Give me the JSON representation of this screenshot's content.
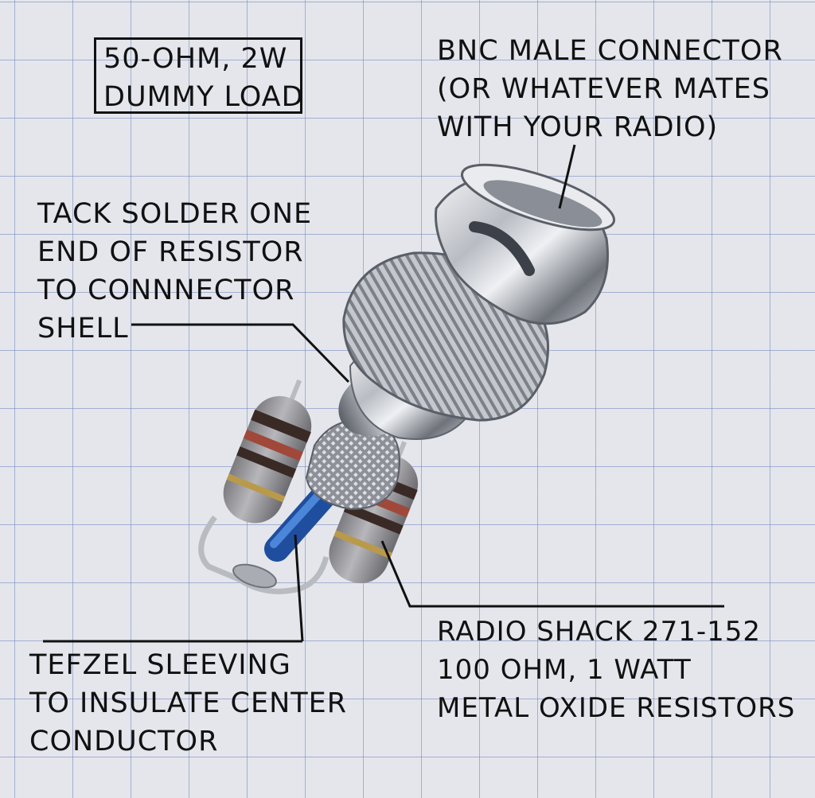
{
  "title_box": {
    "line1": "50-OHM, 2W",
    "line2": "DUMMY LOAD"
  },
  "connector_label": {
    "line1": "BNC MALE CONNECTOR",
    "line2": "(OR WHATEVER MATES",
    "line3": "WITH YOUR RADIO)"
  },
  "solder_label": {
    "line1": "TACK SOLDER ONE",
    "line2": "END OF RESISTOR",
    "line3": "TO CONNNECTOR",
    "line4": "SHELL"
  },
  "sleeving_label": {
    "line1": "TEFZEL SLEEVING",
    "line2": "TO INSULATE CENTER",
    "line3": "CONDUCTOR"
  },
  "resistor_label": {
    "line1": "RADIO SHACK 271-152",
    "line2": "100 OHM, 1 WATT",
    "line3": "METAL OXIDE RESISTORS"
  },
  "colors": {
    "paper": "#e4e6ec",
    "grid": "#6e82be",
    "ink": "#111111",
    "chrome": "#c9ccd2",
    "resistor_body": "#9a9a9e",
    "sleeving_blue": "#2f63b8"
  }
}
